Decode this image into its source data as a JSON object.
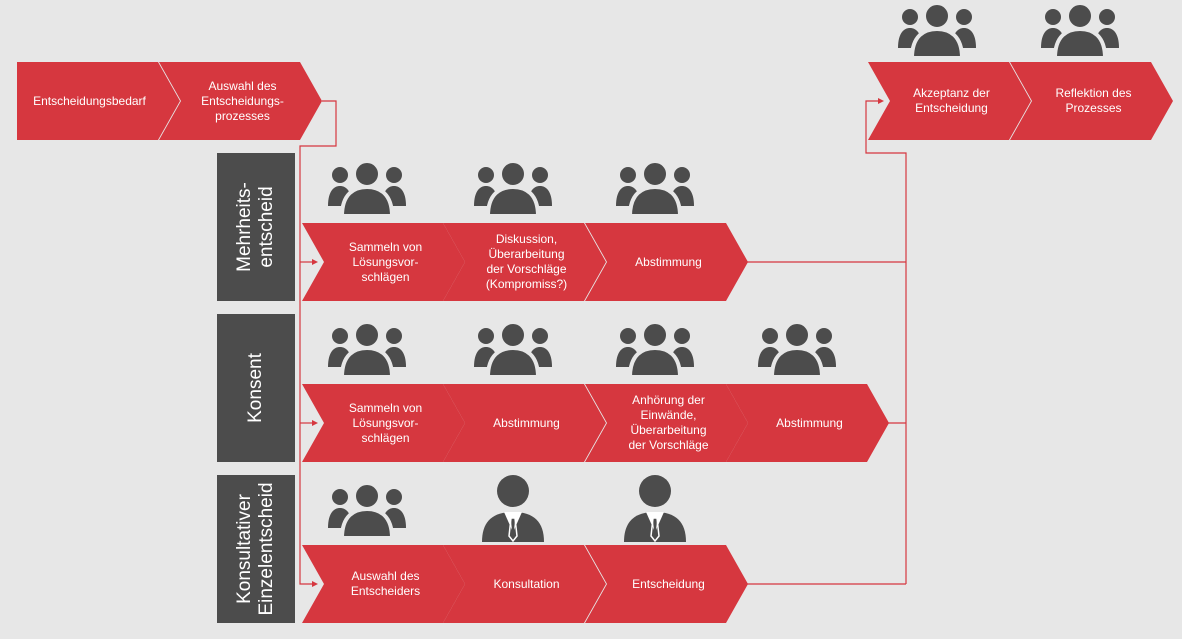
{
  "colors": {
    "accent": "#d6373f",
    "label_bg": "#4c4c4c",
    "icon": "#4c4c4c",
    "line": "#d6373f",
    "background": "#e7e7e7"
  },
  "top_flow": {
    "steps": [
      "Entscheidungsbedarf",
      "Auswahl des\nEntscheidungs-\nprozesses"
    ]
  },
  "end_flow": {
    "steps": [
      "Akzeptanz der\nEntscheidung",
      "Reflektion des\nProzesses"
    ],
    "icons": [
      "group-icon",
      "group-icon"
    ]
  },
  "rows": [
    {
      "label": "Mehrheits-\nentscheid",
      "steps": [
        "Sammeln von\nLösungsvor-\nschlägen",
        "Diskussion,\nÜberarbeitung\nder Vorschläge\n(Kompromiss?)",
        "Abstimmung"
      ],
      "icons": [
        "group-icon",
        "group-icon",
        "group-icon"
      ]
    },
    {
      "label": "Konsent",
      "steps": [
        "Sammeln von\nLösungsvor-\nschlägen",
        "Abstimmung",
        "Anhörung der\nEinwände,\nÜberarbeitung\nder Vorschläge",
        "Abstimmung"
      ],
      "icons": [
        "group-icon",
        "group-icon",
        "group-icon",
        "group-icon"
      ]
    },
    {
      "label": "Konsultativer\nEinzelentscheid",
      "steps": [
        "Auswahl des\nEntscheiders",
        "Konsultation",
        "Entscheidung"
      ],
      "icons": [
        "group-icon",
        "person-tie-icon",
        "person-tie-icon"
      ]
    }
  ]
}
